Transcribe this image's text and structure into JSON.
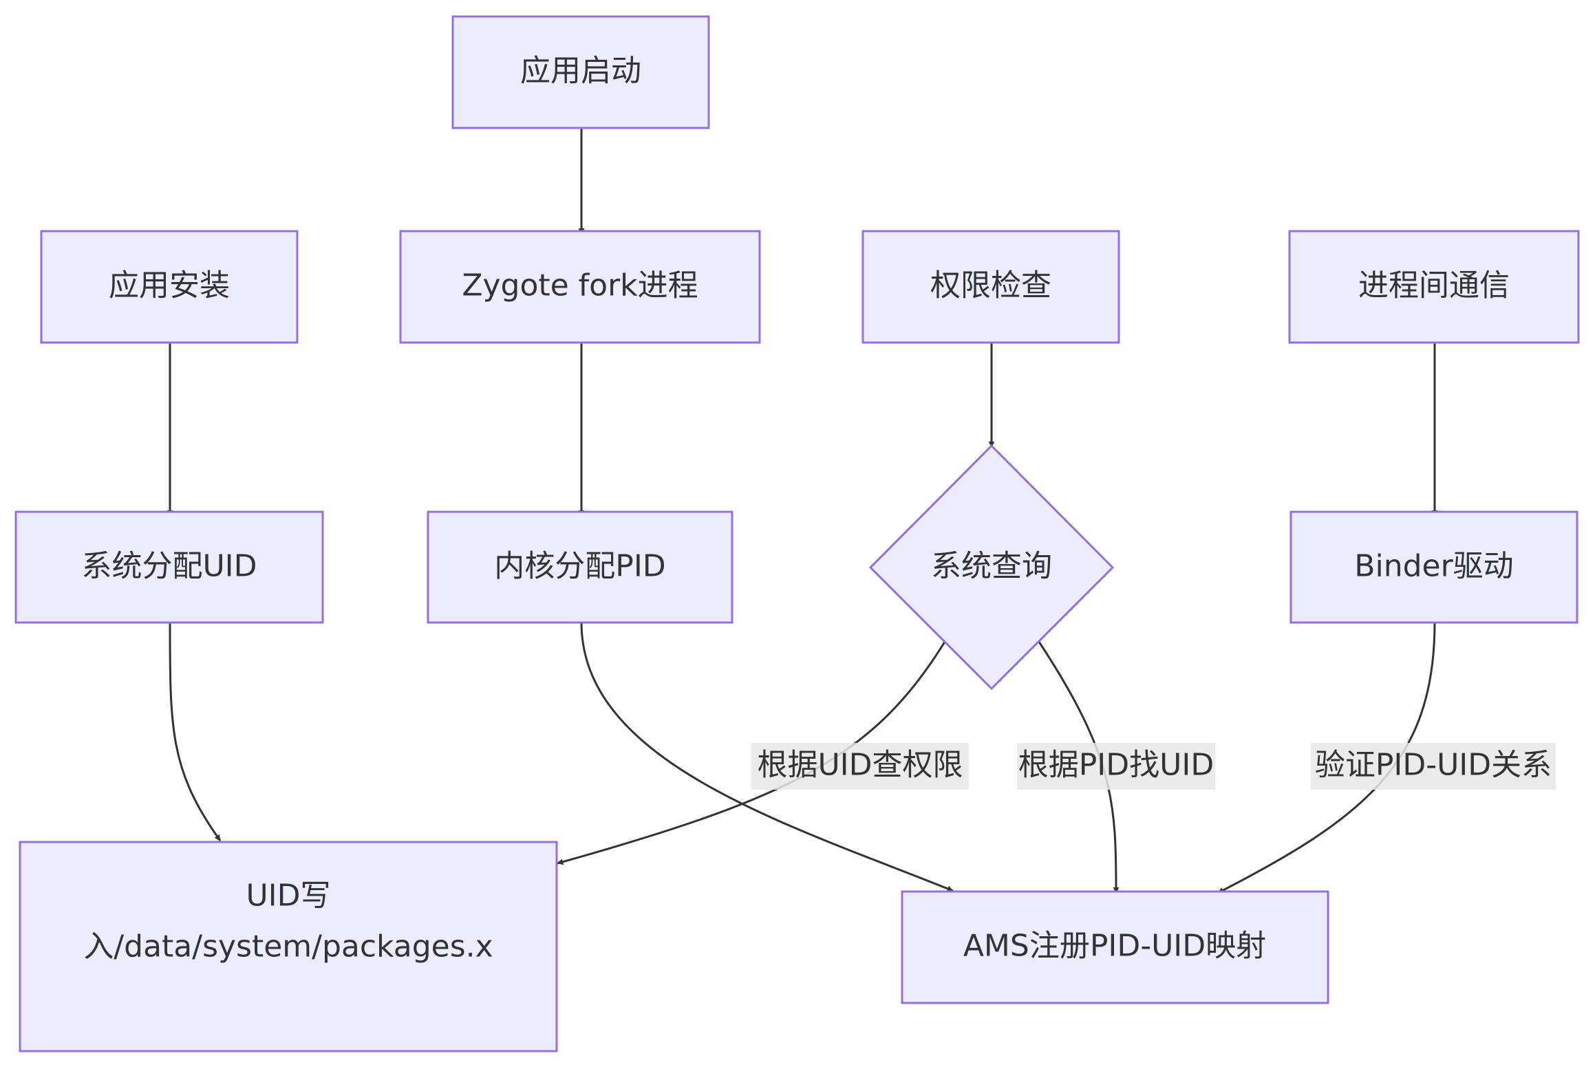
{
  "nodes": {
    "app_launch": "应用启动",
    "app_install": "应用安装",
    "zygote_fork": "Zygote fork进程",
    "permission_check": "权限检查",
    "ipc": "进程间通信",
    "assign_uid": "系统分配UID",
    "kernel_pid": "内核分配PID",
    "system_query": "系统查询",
    "binder_driver": "Binder驱动",
    "uid_write_line1": "UID写",
    "uid_write_line2": "入/data/system/packages.x",
    "ams_register": "AMS注册PID-UID映射"
  },
  "edge_labels": {
    "query_uid_perm": "根据UID查权限",
    "find_uid_by_pid": "根据PID找UID",
    "verify_pid_uid": "验证PID-UID关系"
  },
  "colors": {
    "node_fill": "#ECECFF",
    "node_stroke": "#9370DB",
    "edge": "#333333",
    "text": "#333333",
    "label_bg": "#e8e8e8"
  }
}
